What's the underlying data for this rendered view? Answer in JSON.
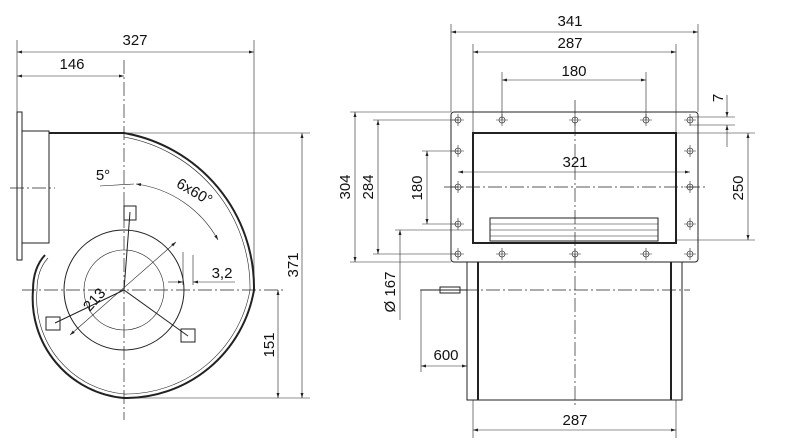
{
  "side_view": {
    "dims": {
      "overall_width": "327",
      "axis_offset": "146",
      "height": "371",
      "axis_height": "151",
      "angle_offset": "5°",
      "angle_pattern": "6x60°",
      "gap": "3,2",
      "bolt_circle": "213"
    }
  },
  "front_view": {
    "dims": {
      "flange_width": "341",
      "opening_width": "287",
      "hole_spacing_top": "180",
      "flange_hole_width": "321",
      "flange_edge": "7",
      "opening_height": "250",
      "flange_height": "304",
      "hole_spacing_height": "284",
      "hole_spacing_side": "180",
      "motor_diameter": "Ø 167",
      "cable_length": "600",
      "housing_width": "287"
    }
  }
}
